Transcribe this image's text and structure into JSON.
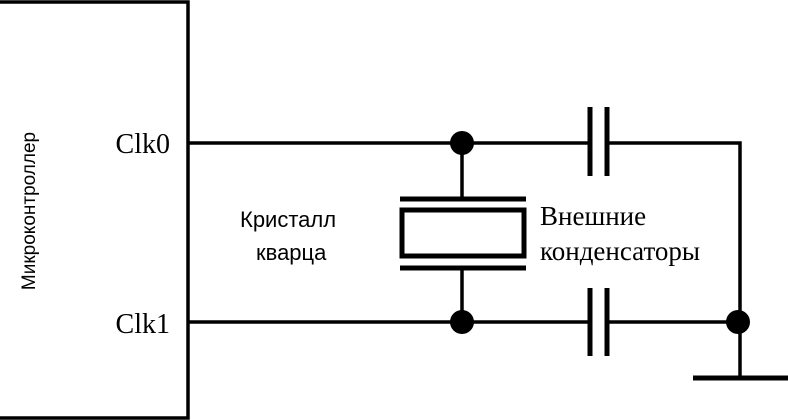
{
  "diagram": {
    "mcu_label": "Микроконтроллер",
    "pins": {
      "clk0": "Clk0",
      "clk1": "Clk1"
    },
    "crystal_label": {
      "line1": "Кристалл",
      "line2": "кварца"
    },
    "capacitors_label": {
      "line1": "Внешние",
      "line2": "конденсаторы"
    },
    "colors": {
      "ink": "#000000",
      "background": "#ffffff"
    }
  }
}
